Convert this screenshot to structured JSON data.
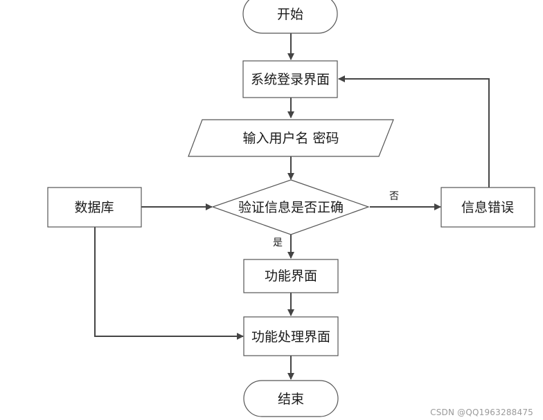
{
  "diagram": {
    "nodes": {
      "start": "开始",
      "login": "系统登录界面",
      "input": "输入用户名 密码",
      "verify": "验证信息是否正确",
      "database": "数据库",
      "error": "信息错误",
      "function": "功能界面",
      "process": "功能处理界面",
      "end": "结束"
    },
    "edge_labels": {
      "no": "否",
      "yes": "是"
    }
  },
  "watermark": "CSDN @QQ1963288475"
}
